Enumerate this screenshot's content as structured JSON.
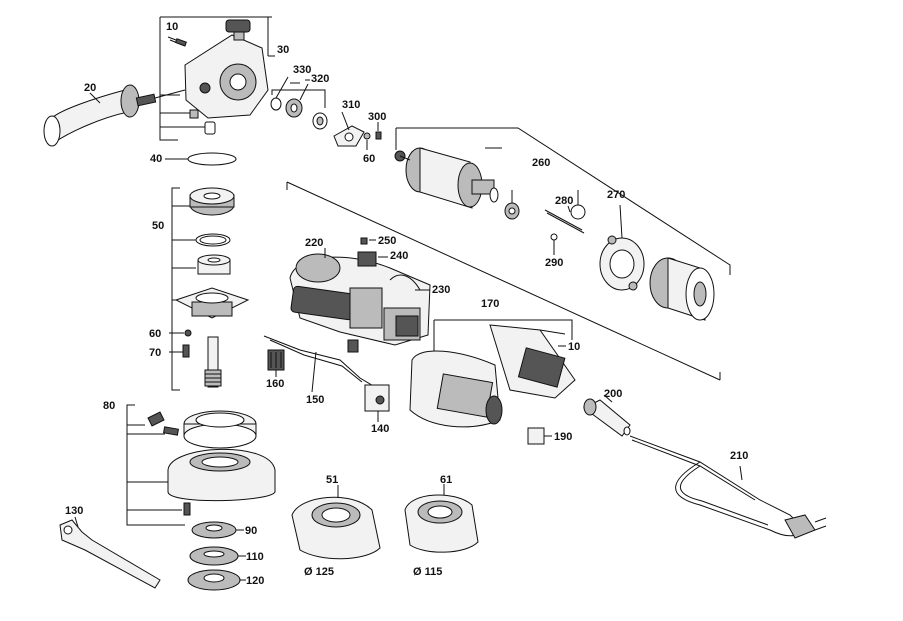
{
  "diagram": {
    "labels": {
      "l10a": "10",
      "l30": "30",
      "l20": "20",
      "l330": "330",
      "l320": "320",
      "l310": "310",
      "l300": "300",
      "l60a": "60",
      "l40": "40",
      "l260": "260",
      "l280": "280",
      "l270": "270",
      "l290": "290",
      "l220": "220",
      "l250": "250",
      "l240": "240",
      "l230": "230",
      "l50": "50",
      "l170": "170",
      "l10b": "10",
      "l60b": "60",
      "l70": "70",
      "l160": "160",
      "l150": "150",
      "l140": "140",
      "l200": "200",
      "l190": "190",
      "l210": "210",
      "l80": "80",
      "l51": "51",
      "l61": "61",
      "l130": "130",
      "l90": "90",
      "l110": "110",
      "l120": "120",
      "l125": "Ø 125",
      "l115": "Ø 115"
    }
  }
}
